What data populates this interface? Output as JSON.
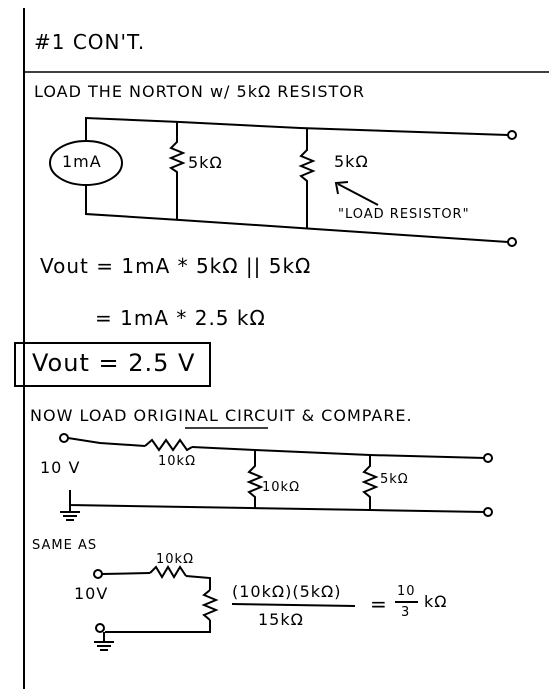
{
  "page": {
    "heading": "#1  CON'T.",
    "line1": "LOAD  THE  NORTON  w/  5kΩ  RESISTOR",
    "source_label": "1mA",
    "r_left": "5kΩ",
    "r_right": "5kΩ",
    "load_note": "\"LOAD  RESISTOR\"",
    "eq1": "Vout = 1mA * 5kΩ || 5kΩ",
    "eq2": "= 1mA * 2.5 kΩ",
    "result": "Vout = 2.5 V",
    "line2": "NOW  LOAD  ORIGINAL  CIRCUIT  &  COMPARE.",
    "r_series": "10kΩ",
    "v_source": "10 V",
    "r_shunt_a": "10kΩ",
    "r_shunt_b": "5kΩ",
    "same_as": "SAME AS",
    "r_series_b": "10kΩ",
    "v_source_b": "10V",
    "frac_num": "(10kΩ)(5kΩ)",
    "frac_den": "15kΩ",
    "equals": "=",
    "ans_num": "10",
    "ans_den": "3",
    "ans_unit": "kΩ"
  }
}
